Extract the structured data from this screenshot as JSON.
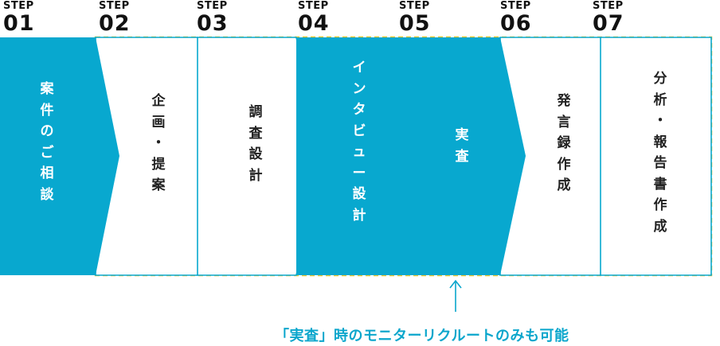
{
  "colors": {
    "accent": "#08a8cf",
    "border": "#f2c62b",
    "dark_text": "#222222",
    "light_text": "#ffffff",
    "note": "#0aa6cc"
  },
  "steps": [
    {
      "label": "STEP",
      "number": "01",
      "text": "案件のご相談",
      "filled": true
    },
    {
      "label": "STEP",
      "number": "02",
      "text": "企画・提案",
      "filled": false
    },
    {
      "label": "STEP",
      "number": "03",
      "text": "調査設計",
      "filled": false
    },
    {
      "label": "STEP",
      "number": "04",
      "text": "インタビュー設計",
      "filled": true
    },
    {
      "label": "STEP",
      "number": "05",
      "text": "実査",
      "filled": true
    },
    {
      "label": "STEP",
      "number": "06",
      "text": "発言録作成",
      "filled": false
    },
    {
      "label": "STEP",
      "number": "07",
      "text": "分析・報告書作成",
      "filled": false
    }
  ],
  "note": "「実査」時のモニターリクルートのみも可能",
  "note_icon": "arrow-up-icon"
}
